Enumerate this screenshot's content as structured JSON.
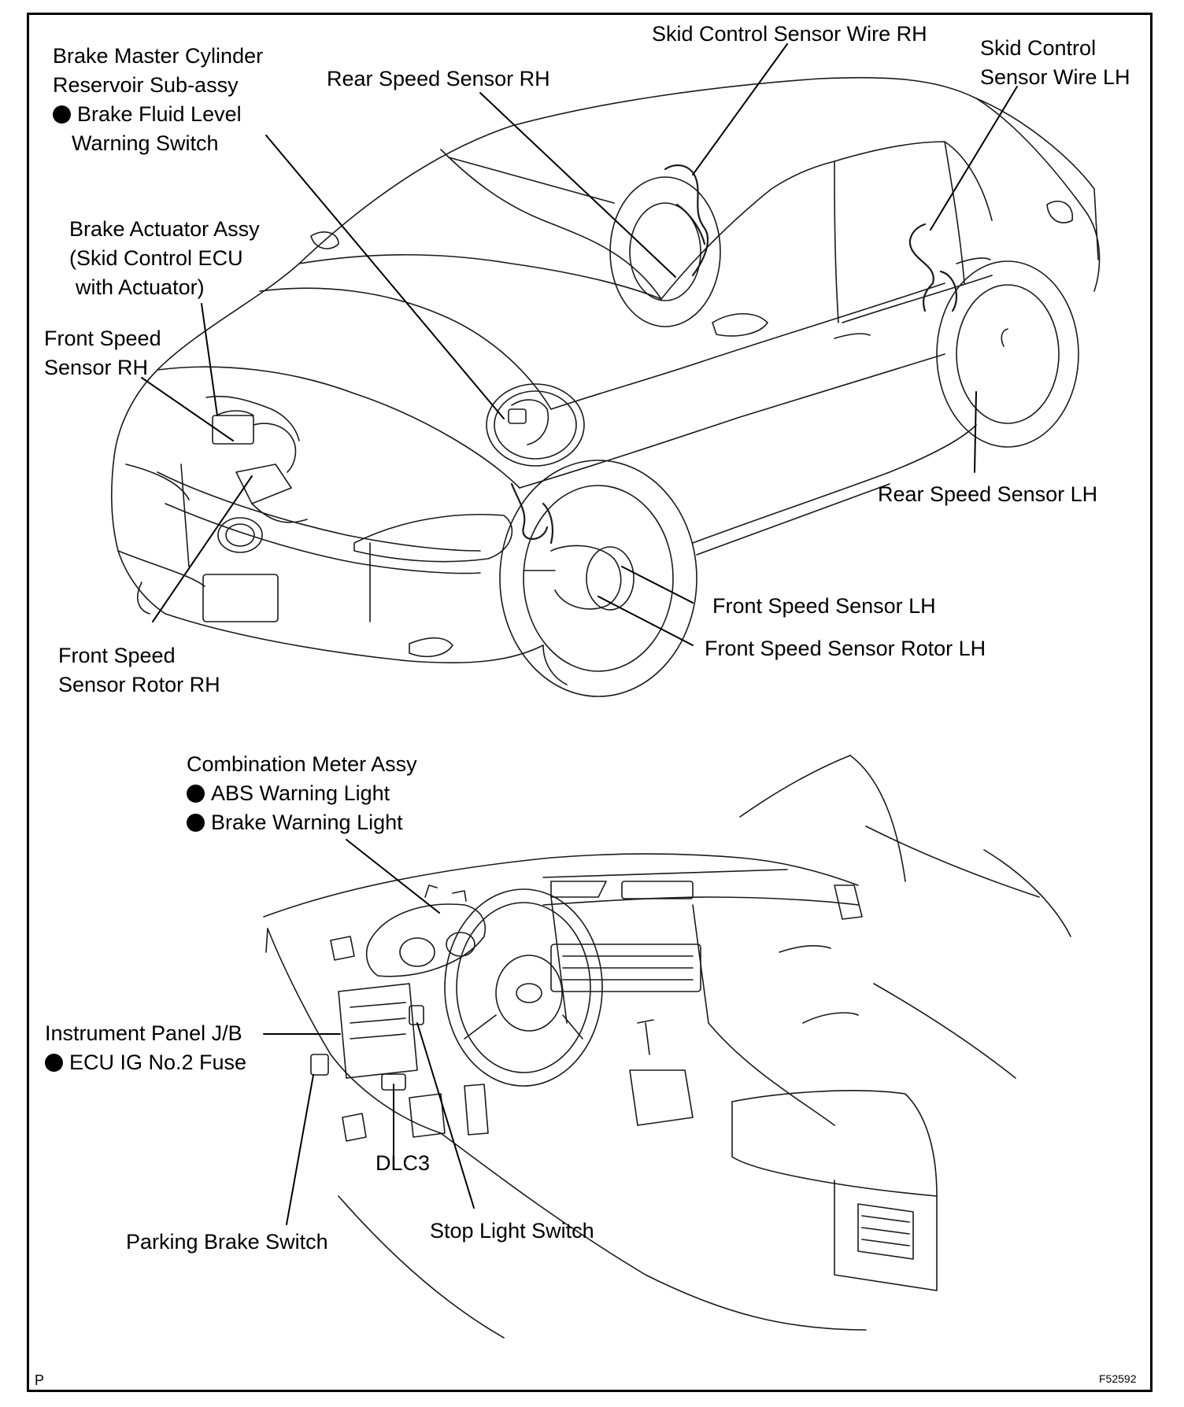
{
  "labels": {
    "brake_master_cylinder": {
      "line1": "Brake Master Cylinder",
      "line2": "Reservoir Sub-assy",
      "line3": "Brake Fluid Level",
      "line4": "Warning Switch"
    },
    "rear_speed_sensor_rh": "Rear Speed Sensor RH",
    "skid_control_sensor_wire_rh": "Skid Control Sensor Wire RH",
    "skid_control_sensor_wire_lh": {
      "line1": "Skid Control",
      "line2": "Sensor Wire LH"
    },
    "brake_actuator_assy": {
      "line1": "Brake Actuator Assy",
      "line2": "(Skid Control ECU",
      "line3": "with Actuator)"
    },
    "front_speed_sensor_rh": {
      "line1": "Front Speed",
      "line2": "Sensor RH"
    },
    "rear_speed_sensor_lh": "Rear Speed Sensor LH",
    "front_speed_sensor_lh": "Front Speed Sensor LH",
    "front_speed_sensor_rotor_lh": "Front Speed Sensor Rotor LH",
    "front_speed_sensor_rotor_rh": {
      "line1": "Front Speed",
      "line2": "Sensor Rotor RH"
    },
    "combination_meter_assy": {
      "line1": "Combination Meter Assy",
      "line2": "ABS Warning Light",
      "line3": "Brake Warning Light"
    },
    "instrument_panel_jb": {
      "line1": "Instrument Panel J/B",
      "line2": "ECU IG No.2 Fuse"
    },
    "dlc3": "DLC3",
    "parking_brake_switch": "Parking Brake Switch",
    "stop_light_switch": "Stop Light Switch"
  },
  "corner": {
    "left": "P",
    "right": "F52592"
  },
  "colors": {
    "ink": "#000000",
    "line_art": "#1a1a1a",
    "background": "#ffffff"
  }
}
